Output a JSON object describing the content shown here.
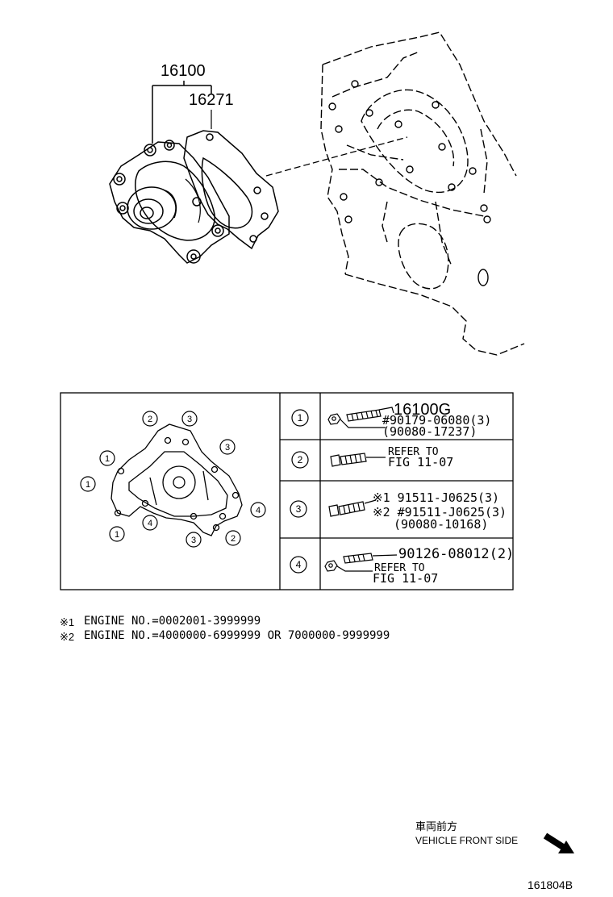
{
  "main_parts": {
    "water_pump": "16100",
    "gasket": "16271"
  },
  "table": {
    "rows": [
      {
        "num": "1",
        "lines": [
          "16100G",
          "#90179-06080(3)",
          "(90080-17237)"
        ]
      },
      {
        "num": "2",
        "lines": [
          "REFER TO",
          "FIG 11-07"
        ]
      },
      {
        "num": "3",
        "lines": [
          "※1 91511-J0625(3)",
          "※2 #91511-J0625(3)",
          "(90080-10168)"
        ]
      },
      {
        "num": "4",
        "lines": [
          "90126-08012(2)",
          "REFER TO",
          "FIG 11-07"
        ]
      }
    ],
    "positions": [
      "2",
      "3",
      "3",
      "1",
      "1",
      "4",
      "4",
      "1",
      "3",
      "2"
    ]
  },
  "notes": [
    {
      "mark": "※1",
      "text": "ENGINE NO.=0002001-3999999"
    },
    {
      "mark": "※2",
      "text": "ENGINE NO.=4000000-6999999 OR 7000000-9999999"
    }
  ],
  "direction": {
    "jp": "車両前方",
    "en": "VEHICLE FRONT SIDE"
  },
  "figure_id": "161804B"
}
